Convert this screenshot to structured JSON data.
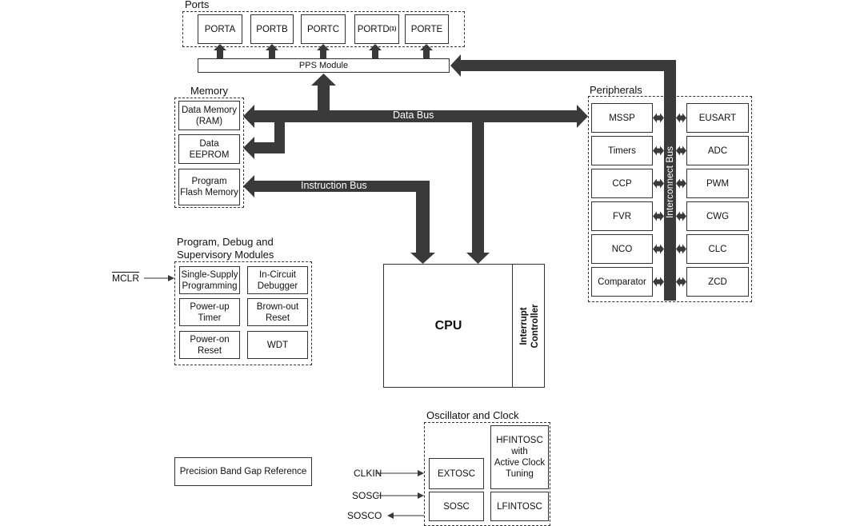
{
  "ports": {
    "title": "Ports",
    "items": [
      "PORTA",
      "PORTB",
      "PORTC",
      "PORTD",
      "PORTE"
    ],
    "portd_note": "(1)"
  },
  "pps": "PPS Module",
  "memory": {
    "title": "Memory",
    "items": [
      "Data Memory\n(RAM)",
      "Data\nEEPROM",
      "Program\nFlash Memory"
    ]
  },
  "buses": {
    "data": "Data Bus",
    "instruction": "Instruction Bus",
    "interconnect": "Interconnect Bus"
  },
  "peripherals": {
    "title": "Peripherals",
    "left": [
      "MSSP",
      "Timers",
      "CCP",
      "FVR",
      "NCO",
      "Comparator"
    ],
    "right": [
      "EUSART",
      "ADC",
      "PWM",
      "CWG",
      "CLC",
      "ZCD"
    ]
  },
  "debug": {
    "title": "Program, Debug and\nSupervisory Modules",
    "items": [
      "Single-Supply\nProgramming",
      "In-Circuit\nDebugger",
      "Power-up\nTimer",
      "Brown-out\nReset",
      "Power-on\nReset",
      "WDT"
    ],
    "mclr": "MCLR"
  },
  "cpu": {
    "label": "CPU",
    "interrupt": "Interrupt\nController"
  },
  "oscillator": {
    "title": "Oscillator and Clock",
    "hfintosc": "HFINTOSC\nwith\nActive Clock\nTuning",
    "extosc": "EXTOSC",
    "sosc": "SOSC",
    "lfintosc": "LFINTOSC"
  },
  "pins": {
    "clkin": "CLKIN",
    "sosci": "SOSCI",
    "sosco": "SOSCO"
  },
  "bandgap": "Precision Band Gap Reference",
  "colors": {
    "bus": "#3a3a3a"
  }
}
